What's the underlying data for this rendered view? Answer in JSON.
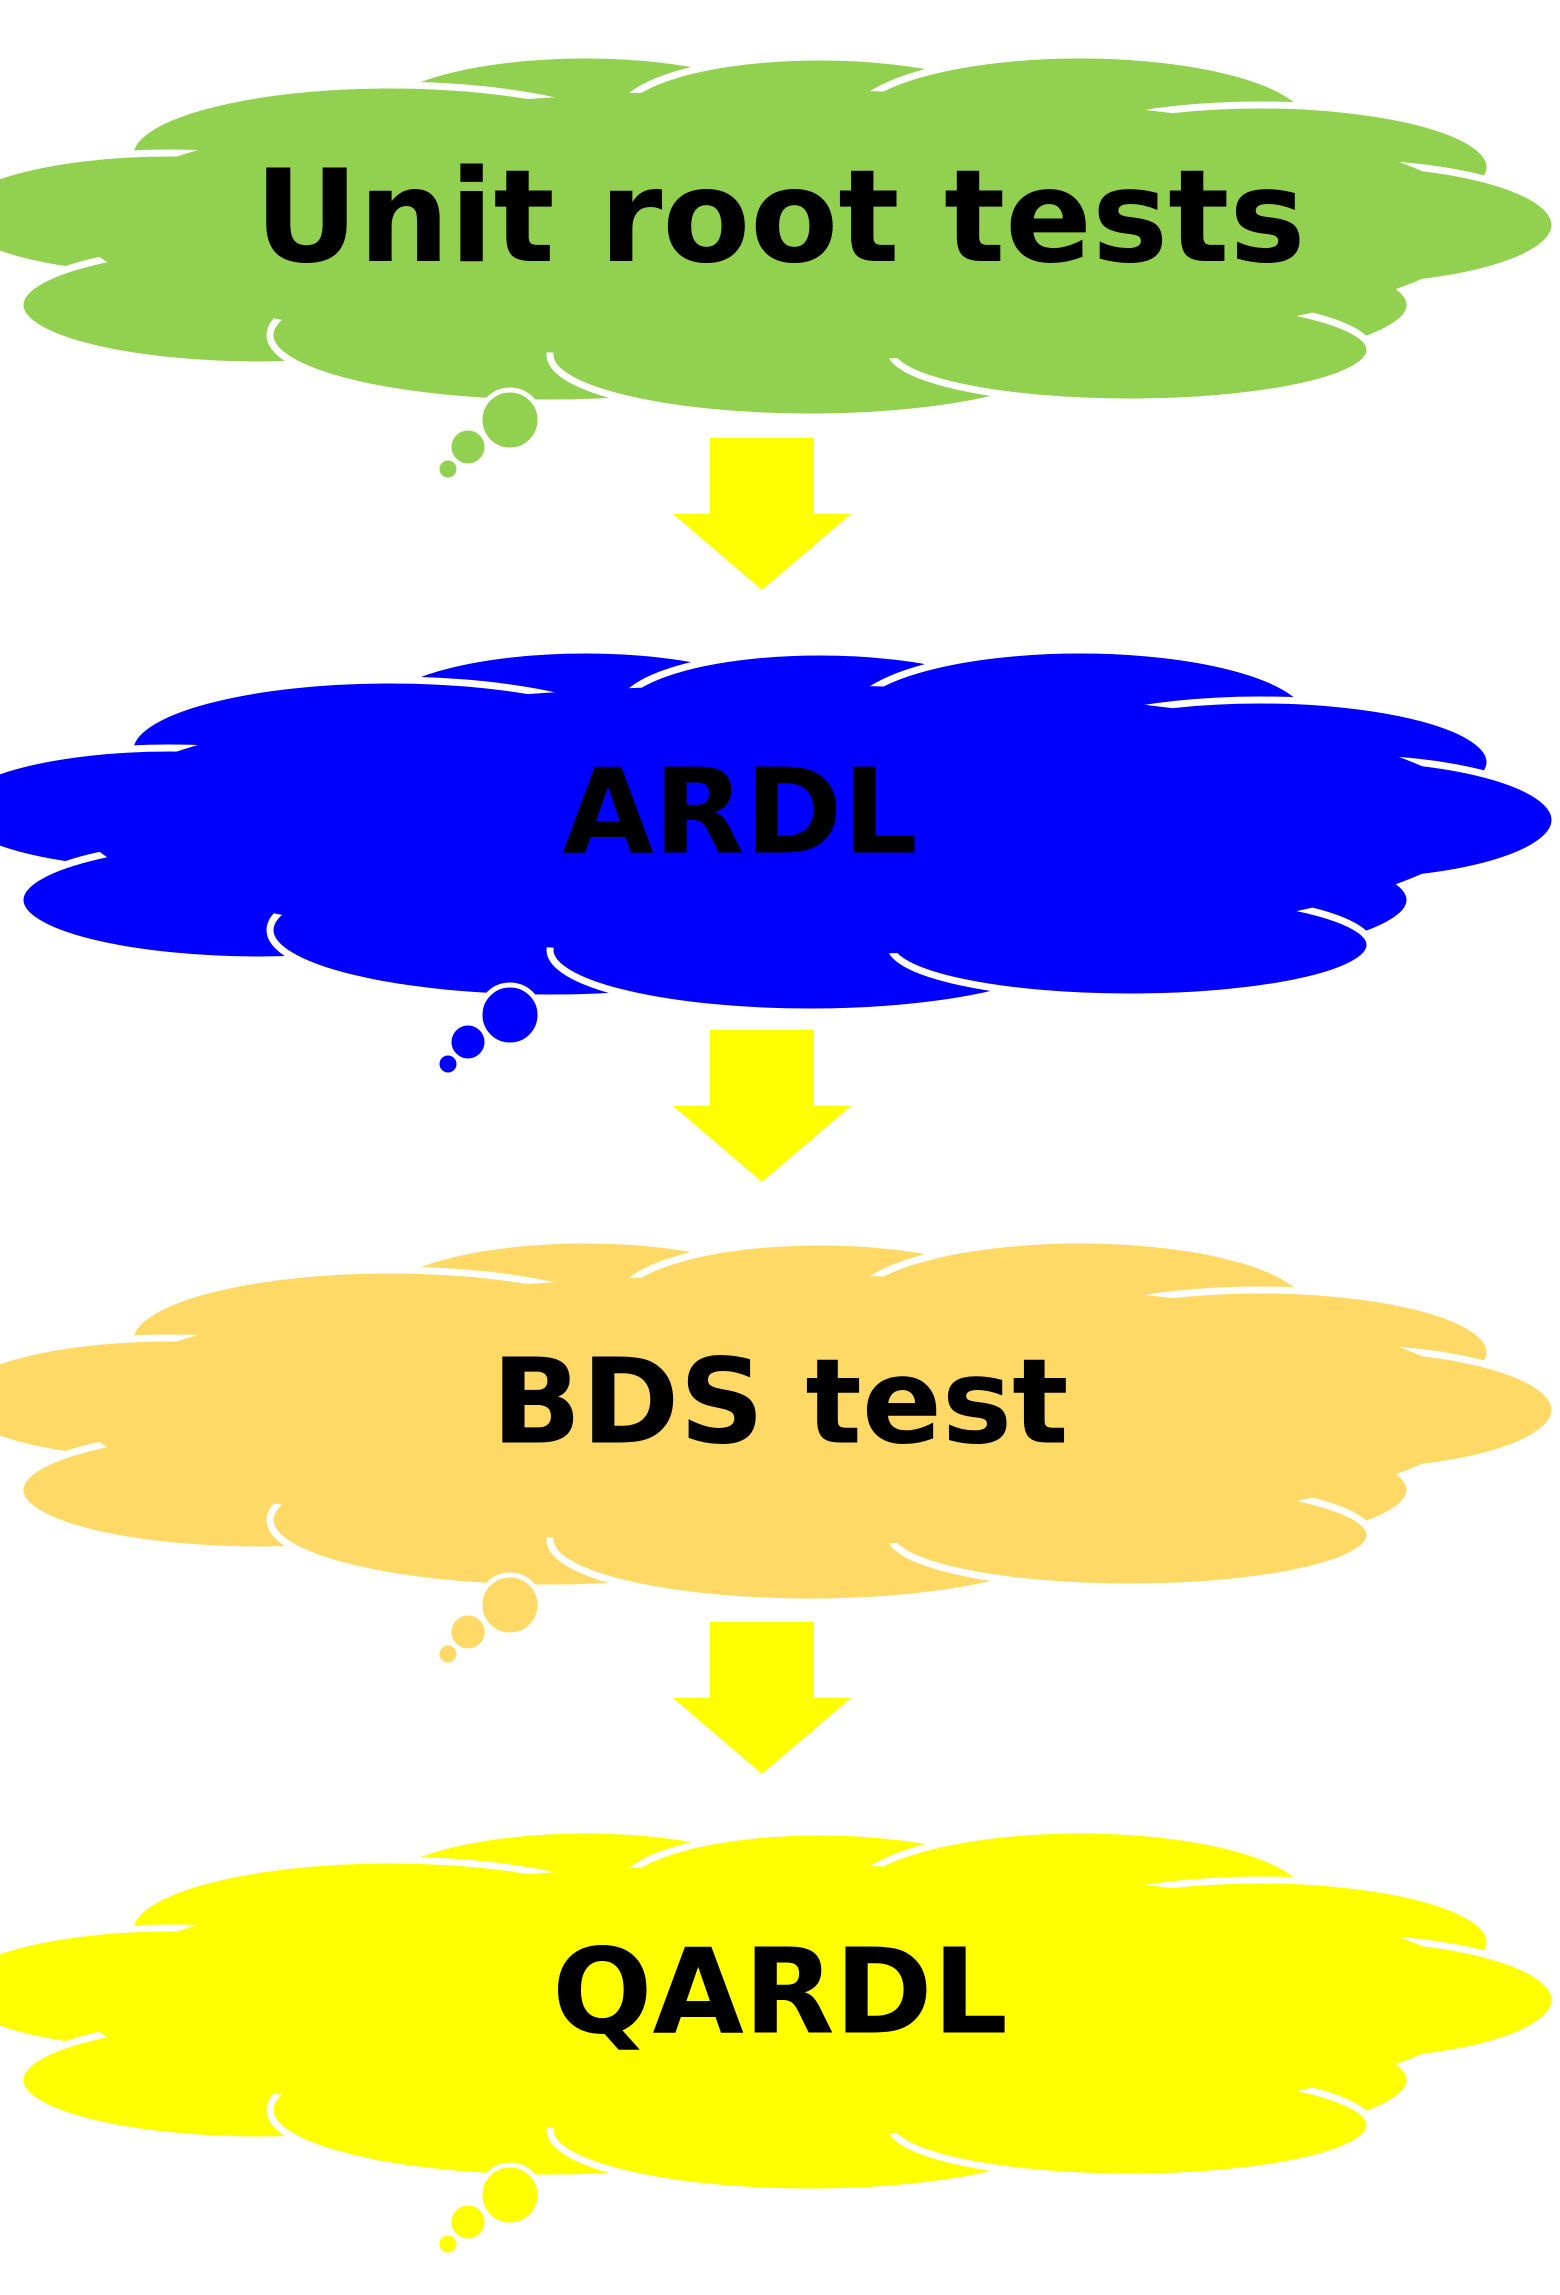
{
  "diagram": {
    "type": "vertical-flowchart",
    "shape": "thought-cloud",
    "connector": "down-arrow",
    "arrow_color": "#FFFF00",
    "steps": [
      {
        "label": "Unit root tests",
        "color": "#92D050"
      },
      {
        "label": "ARDL",
        "color": "#0000FF"
      },
      {
        "label": "BDS test",
        "color": "#FFD966"
      },
      {
        "label": "QARDL",
        "color": "#FFFF00"
      }
    ]
  }
}
